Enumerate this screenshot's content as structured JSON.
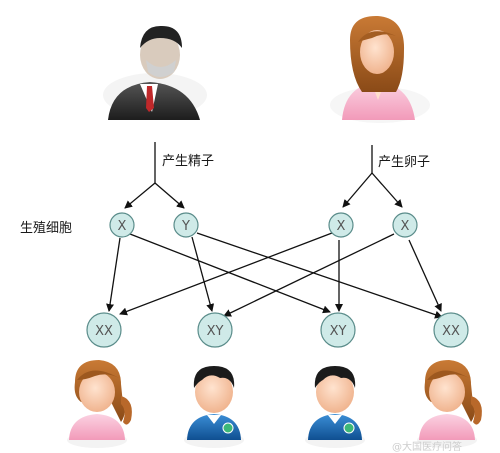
{
  "labels": {
    "father_process": "产生精子",
    "mother_process": "产生卵子",
    "germ_cells": "生殖细胞"
  },
  "gametes": [
    "X",
    "Y",
    "X",
    "X"
  ],
  "offspring": [
    {
      "chromosomes": "XX",
      "sex": "female"
    },
    {
      "chromosomes": "XY",
      "sex": "male"
    },
    {
      "chromosomes": "XY",
      "sex": "male"
    },
    {
      "chromosomes": "XX",
      "sex": "female"
    }
  ],
  "watermark": "@大国医疗问答",
  "colors": {
    "node_fill": "#cfeae8",
    "node_stroke": "#5a8c8a",
    "arrow": "#111111",
    "female_shirt": "#f5a9c4",
    "male_shirt": "#1e6bb0"
  }
}
